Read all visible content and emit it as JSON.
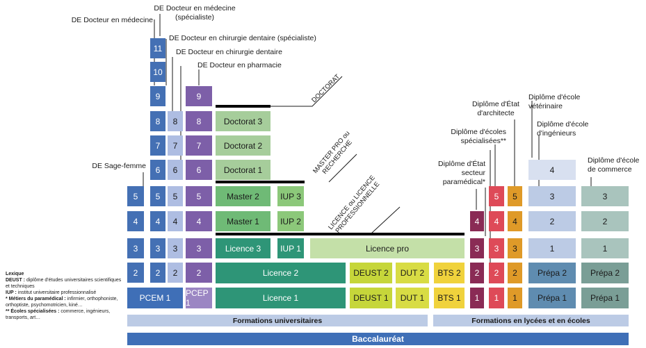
{
  "medecine_column": [
    "11",
    "10",
    "9",
    "8",
    "7",
    "6",
    "5",
    "4",
    "3",
    "2"
  ],
  "dentaire_spec_column": [
    "8",
    "7",
    "6",
    "5",
    "4",
    "3",
    "2"
  ],
  "dentaire_column": [
    "6",
    "5",
    "4",
    "3",
    "2"
  ],
  "pharmacie_column": [
    "9",
    "8",
    "7",
    "6",
    "5",
    "4",
    "3",
    "2"
  ],
  "pcem": "PCEM 1",
  "pcep": "PCEP 1",
  "doctorat": [
    "Doctorat 3",
    "Doctorat 2",
    "Doctorat 1"
  ],
  "master": [
    "Master 2",
    "Master 1"
  ],
  "iup": [
    "IUP 3",
    "IUP 2",
    "IUP 1"
  ],
  "licence": [
    "Licence 3",
    "Licence 2",
    "Licence 1"
  ],
  "licence_pro": "Licence pro",
  "deust": [
    "DEUST 2",
    "DEUST 1"
  ],
  "dut": [
    "DUT 2",
    "DUT 1"
  ],
  "bts": [
    "BTS 2",
    "BTS 1"
  ],
  "paramedical_column": [
    "4",
    "3",
    "2",
    "1"
  ],
  "ecoles_spec_column": [
    "5",
    "4",
    "3",
    "2",
    "1"
  ],
  "architecte_column": [
    "5",
    "4",
    "3",
    "2",
    "1"
  ],
  "veterinaire_column": [
    "4",
    "3",
    "2",
    "1"
  ],
  "commerce_column": [
    "3",
    "2",
    "1"
  ],
  "prepa": [
    "Prépa 2",
    "Prépa 1"
  ],
  "labels": {
    "de_medecine": "DE Docteur en médecine",
    "de_medecine_spec": "DE Docteur en médecine\n(spécialiste)",
    "de_chir_dent_spec": "DE Docteur en chirurgie dentaire (spécialiste)",
    "de_chir_dent": "DE Docteur en chirurgie dentaire",
    "de_pharmacie": "DE Docteur en pharmacie",
    "de_sage_femme": "DE Sage-femme",
    "doctorat": "DOCTORAT",
    "master": "MASTER PRO ou\nRECHERCHE",
    "licence": "LICENCE ou LICENCE\nPROFESSIONNELLE",
    "etat_paramedical": "Diplôme d'État\nsecteur\nparamédical*",
    "ecoles_spec": "Diplôme d'écoles\nspécialisées**",
    "etat_architecte": "Diplôme d'État\nd'architecte",
    "ecole_veterinaire": "Diplôme d'école\nvétérinaire",
    "ecole_ingenieurs": "Diplôme d'école\nd'ingénieurs",
    "ecole_commerce": "Diplôme d'école\nde commerce"
  },
  "bars": {
    "formations_univ": "Formations universitaires",
    "formations_lycees": "Formations en lycées et en écoles",
    "baccalaureat": "Baccalauréat"
  },
  "lexique": {
    "title": "Lexique",
    "deust_key": "DEUST :",
    "deust_text": "diplôme d'études universitaires scientifiques et techniques",
    "iup_key": "IUP :",
    "iup_text": "institut universitaire professionnalisé",
    "meti_key": "* Métiers du paramédical :",
    "meti_text": "infirmier, orthophoniste, orthoptiste, psychomotricien, kiné…",
    "ecoles_key": "** Écoles spécialisées :",
    "ecoles_text": "commerce, ingénieurs, transports, art…"
  },
  "colors": {
    "blue_dark": "#4470b4",
    "blue_mid": "#7696cf",
    "blue_light": "#aebde2",
    "purple": "#7d5fa8",
    "green_light": "#a6cd9b",
    "green_mid": "#6fba76",
    "teal": "#2e9577",
    "yellow_green": "#c6d63a",
    "yellow": "#f0d23c",
    "maroon": "#8a2b55",
    "red": "#de4a58",
    "orange": "#df9a28",
    "slate": "#5f8cb0",
    "ice": "#bccbe5",
    "grey_teal": "#7a9e96",
    "bar_light": "#bccbe5",
    "bar_dark": "#3f6fb7"
  }
}
